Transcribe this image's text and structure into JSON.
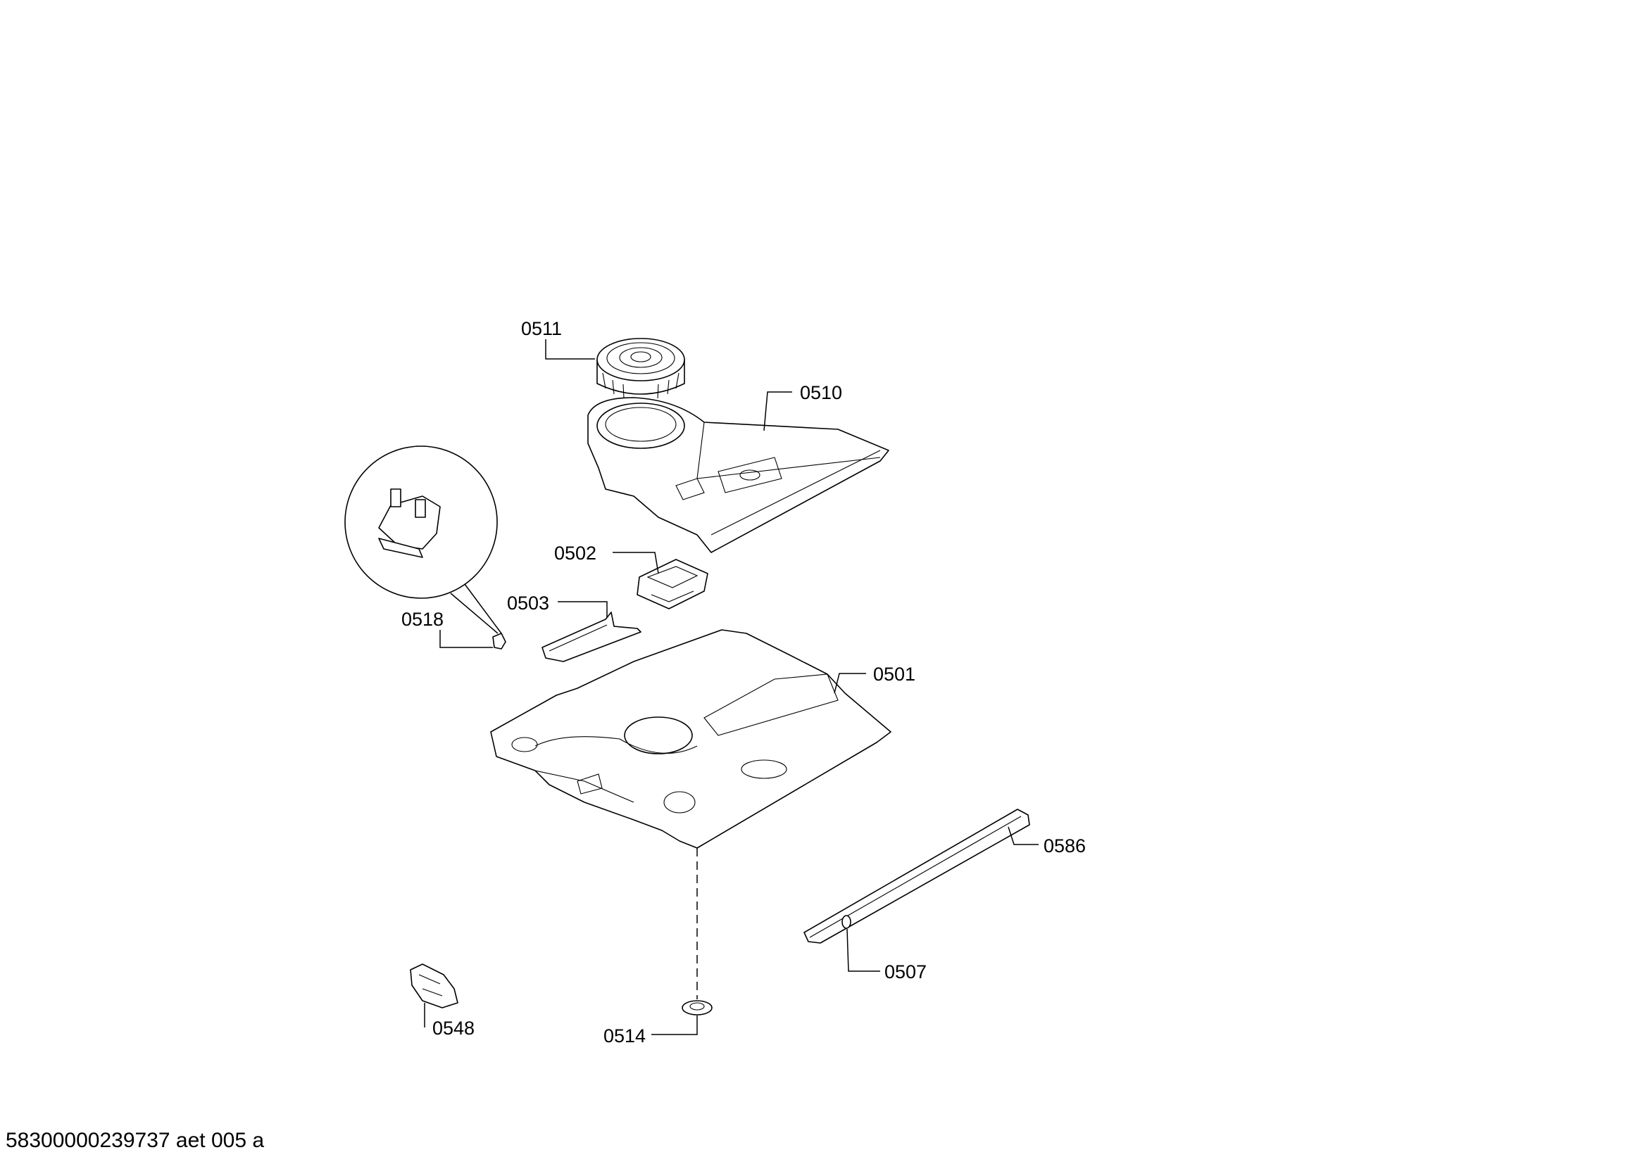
{
  "document_code": "58300000239737 aet 005 a",
  "callouts": {
    "p0511": "0511",
    "p0510": "0510",
    "p0502": "0502",
    "p0503": "0503",
    "p0518": "0518",
    "p0501": "0501",
    "p0586": "0586",
    "p0507": "0507",
    "p0514": "0514",
    "p0548": "0548"
  }
}
